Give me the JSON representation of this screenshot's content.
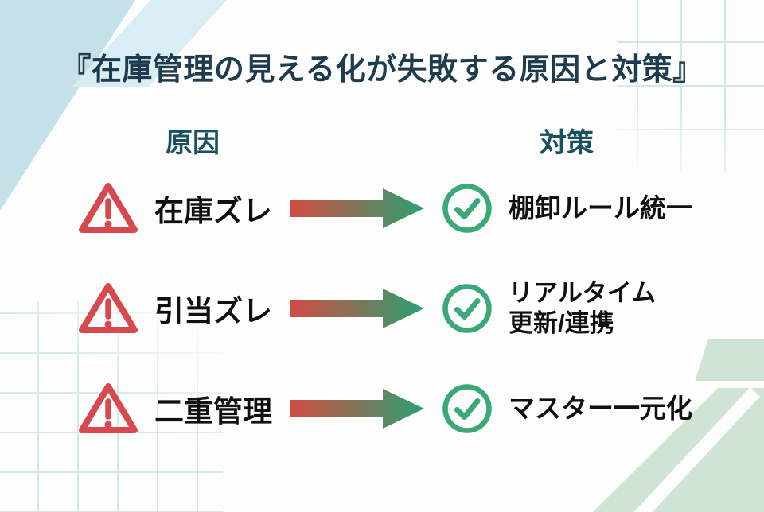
{
  "title": "『在庫管理の見える化が失敗する原因と対策』",
  "columns": {
    "causes_header": "原因",
    "measures_header": "対策"
  },
  "rows": [
    {
      "cause": "在庫ズレ",
      "measure_line1": "棚卸ルール統一",
      "measure_line2": ""
    },
    {
      "cause": "引当ズレ",
      "measure_line1": "リアルタイム",
      "measure_line2": "更新/連携"
    },
    {
      "cause": "二重管理",
      "measure_line1": "マスター一元化",
      "measure_line2": ""
    }
  ],
  "icons": {
    "cause": "warning-triangle-icon",
    "connector": "arrow-right-icon",
    "measure": "check-circle-icon"
  },
  "colors": {
    "warning_red": "#d7484f",
    "check_green": "#3ba877",
    "arrow_gradient_start": "#d34a42",
    "arrow_gradient_end": "#2aa171",
    "title_navy": "#1e3c4e",
    "header_teal": "#18525f",
    "body_text": "#101010",
    "deco_blue": "#c4e1ea",
    "deco_blue_light": "#d9edf4",
    "deco_green": "#cfe4d2",
    "grid_line_teal": "#cfe8e5"
  }
}
